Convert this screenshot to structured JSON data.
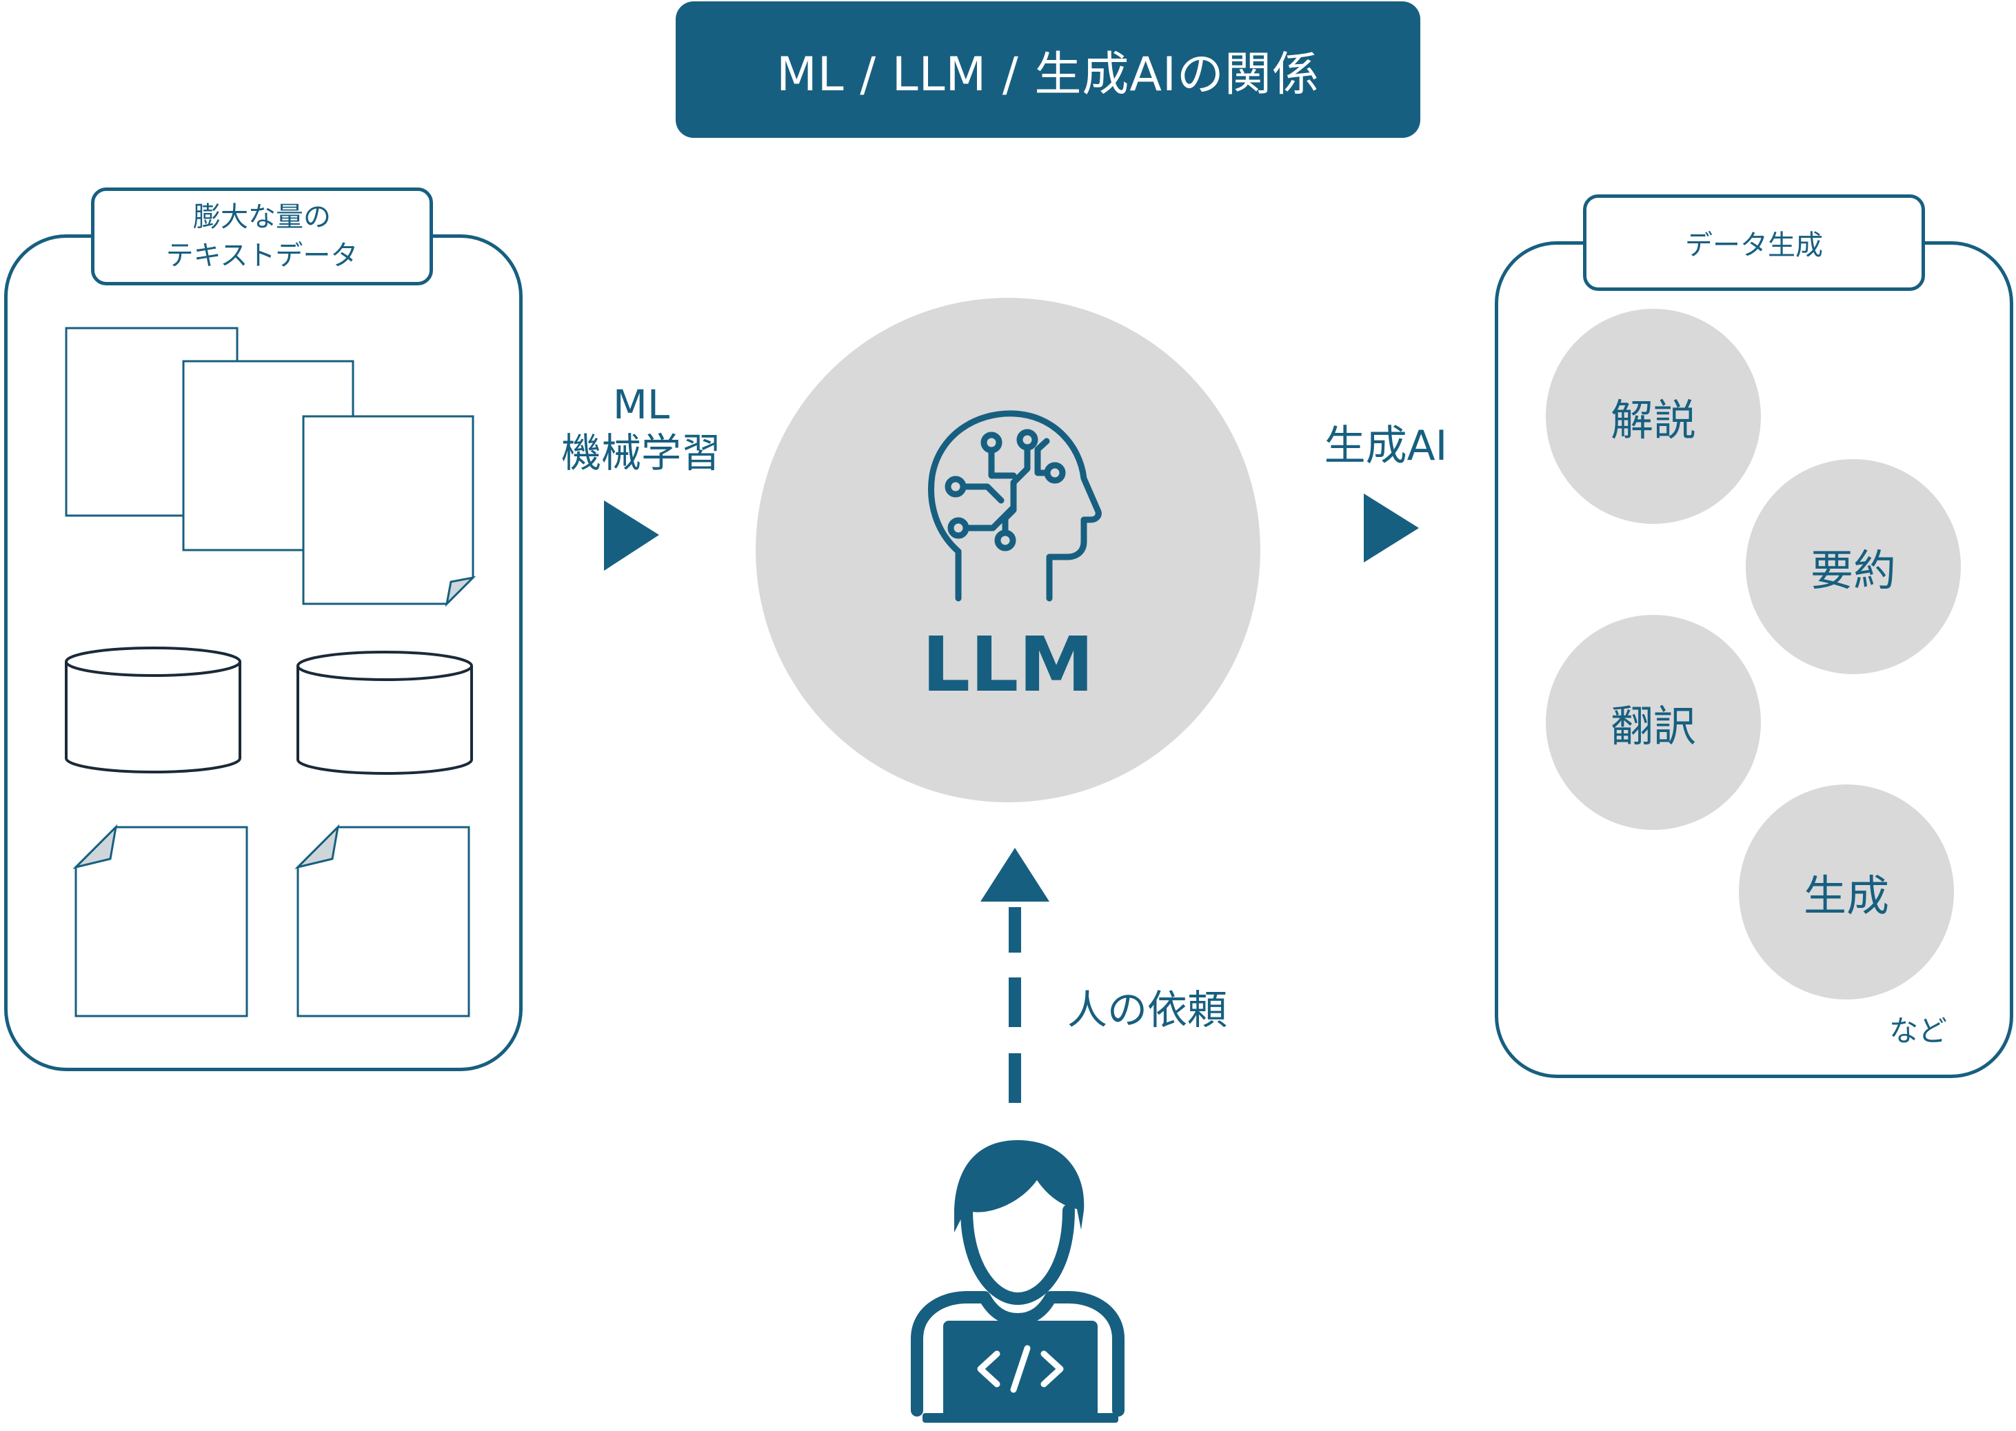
{
  "title": "ML / LLM / 生成AIの関係",
  "input_panel": {
    "tab_line1": "膨大な量の",
    "tab_line2": "テキストデータ"
  },
  "ml_arrow": {
    "line1": "ML",
    "line2": "機械学習"
  },
  "center": {
    "label": "LLM",
    "icon": "brain-circuit-icon"
  },
  "genai_arrow": {
    "label": "生成AI"
  },
  "output_panel": {
    "tab": "データ生成",
    "items": [
      "解説",
      "要約",
      "翻訳",
      "生成"
    ],
    "etc": "など"
  },
  "request": {
    "label": "人の依頼",
    "icon": "developer-laptop-icon"
  },
  "colors": {
    "primary": "#175f80",
    "circle": "#d9d9d9",
    "dark_outline": "#1b2a38"
  }
}
